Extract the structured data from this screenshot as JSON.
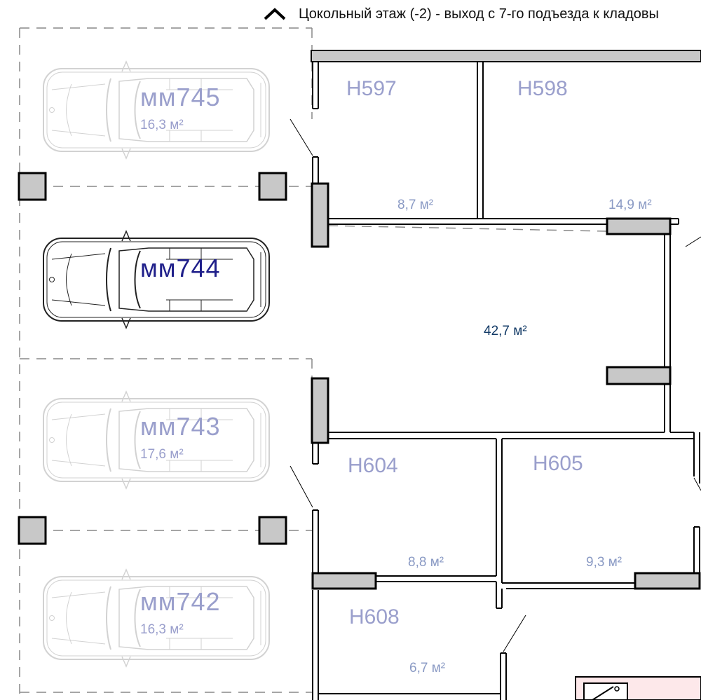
{
  "header": {
    "title": "Цокольный этаж (-2) - выход с 7-го подъезда к кладовы",
    "collapse_icon": "chevron-up-icon"
  },
  "parking_spots": [
    {
      "label": "мм745",
      "area": "16,3 м²",
      "active": false
    },
    {
      "label": "мм744",
      "area": "",
      "active": true
    },
    {
      "label": "мм743",
      "area": "17,6 м²",
      "active": false
    },
    {
      "label": "мм742",
      "area": "16,3 м²",
      "active": false
    }
  ],
  "rooms": [
    {
      "label": "Н597",
      "area": "8,7 м²"
    },
    {
      "label": "Н598",
      "area": "14,9 м²"
    },
    {
      "label": "Н604",
      "area": "8,8 м²"
    },
    {
      "label": "Н605",
      "area": "9,3 м²"
    },
    {
      "label": "Н608",
      "area": "6,7 м²"
    }
  ],
  "hall": {
    "area": "42,7 м²"
  },
  "colors": {
    "wall": "#000000",
    "column_fill": "#c8c8c8",
    "label_inactive": "#9a9fcc",
    "label_active": "#1f1f8a",
    "hall_area": "#123a66",
    "highlight_room": "#fde8ea"
  }
}
